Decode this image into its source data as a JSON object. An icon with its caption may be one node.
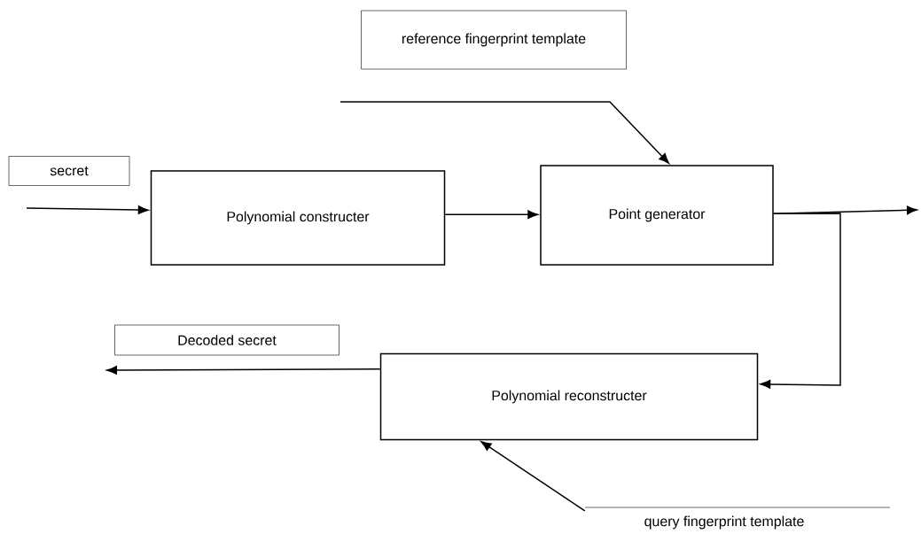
{
  "diagram": {
    "nodes": [
      {
        "text": [
          "reference fingerprint template"
        ]
      },
      {
        "text": [
          "secret"
        ]
      },
      {
        "text": [
          "Polynomial constructer"
        ]
      },
      {
        "text": [
          "Point generator"
        ]
      },
      {
        "text": [
          "Decoded secret"
        ]
      },
      {
        "text": [
          "Polynomial reconstructer"
        ]
      },
      {
        "text": [
          "query fingerprint template"
        ]
      }
    ],
    "edges": [
      {
        "from": null,
        "to": 3,
        "arrow": "to"
      },
      {
        "from": null,
        "to": 2,
        "arrow": "to"
      },
      {
        "from": 2,
        "to": 3,
        "arrow": "to"
      },
      {
        "from": 3,
        "to": null,
        "arrow": "to"
      },
      {
        "from": 3,
        "to": 5,
        "arrow": "to"
      },
      {
        "from": 5,
        "to": null,
        "arrow": "to"
      },
      {
        "from": 6,
        "to": 5,
        "arrow": "to"
      }
    ]
  }
}
